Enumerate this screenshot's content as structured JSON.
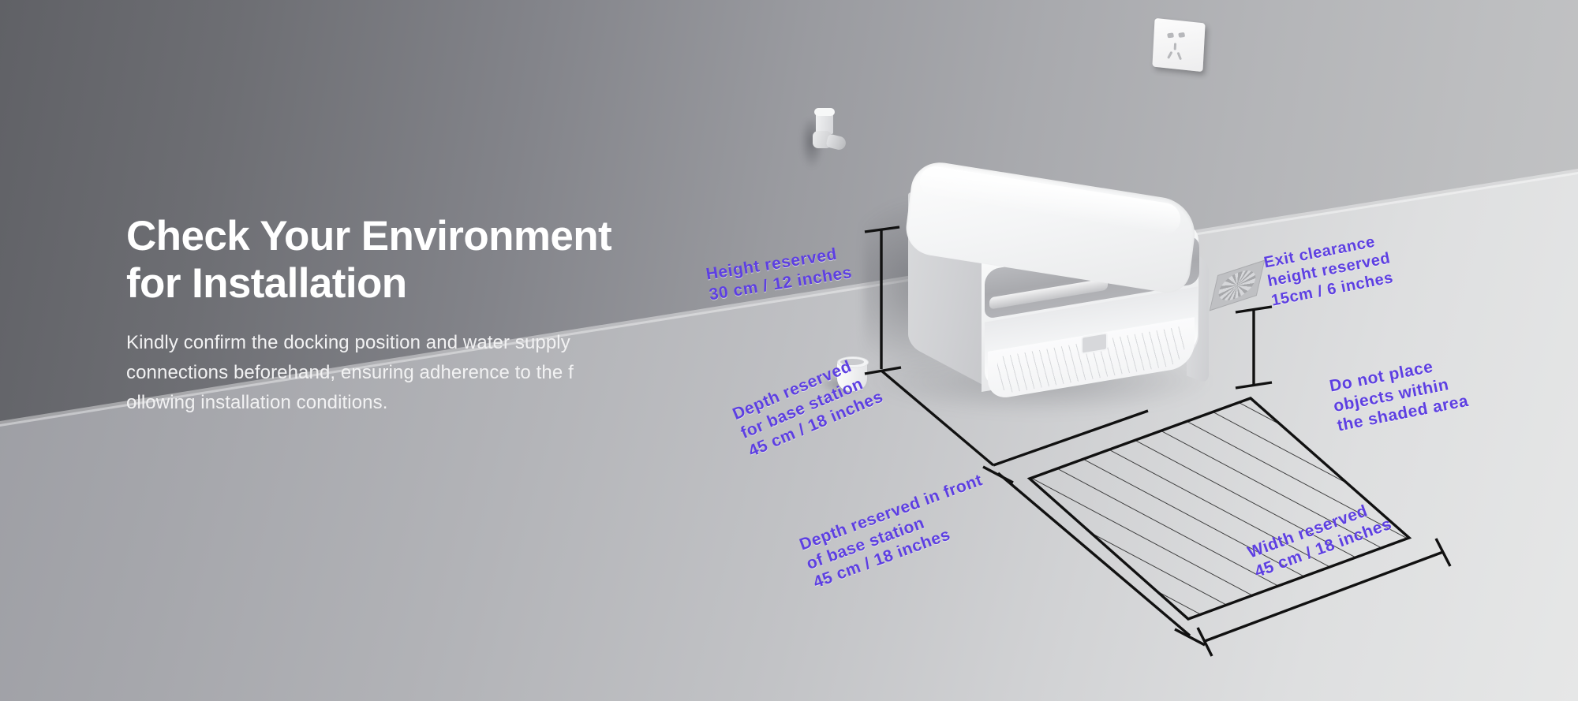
{
  "page": {
    "title": "Check Your Environment for Installation"
  },
  "heading": {
    "line1": "Check Your Environment",
    "line2": "for Installation"
  },
  "body": {
    "line1": "Kindly confirm the docking position and water supply",
    "line2": "connections beforehand, ensuring adherence to the f",
    "line3": "ollowing installation conditions."
  },
  "callouts": {
    "height_reserved": "Height reserved\n30 cm / 12 inches",
    "exit_clearance": "Exit clearance\nheight reserved\n15cm / 6 inches",
    "do_not_place": "Do not place\nobjects within\nthe shaded area",
    "depth_base_station": "Depth reserved\nfor base station\n45 cm /  18 inches",
    "depth_front": "Depth reserved in front\nof base station\n45 cm / 18 inches",
    "width_reserved": "Width reserved\n45 cm / 18 inches"
  },
  "colors": {
    "callout_purple": "#5d3fe2",
    "heading_white": "#ffffff",
    "wall_dark": "#6e6f73",
    "wall_light": "#c4c5c6",
    "floor_light": "#e6e7e7",
    "dimension_line": "#111111"
  },
  "scene": {
    "device_label": "robot-vacuum-base-station",
    "wall_socket_label": "wall-power-socket",
    "water_valve_label": "wall-water-valve",
    "floor_drain_label": "floor-drain",
    "drain_cup_label": "drain-cup",
    "shaded_area_label": "shaded-keep-clear-area"
  }
}
